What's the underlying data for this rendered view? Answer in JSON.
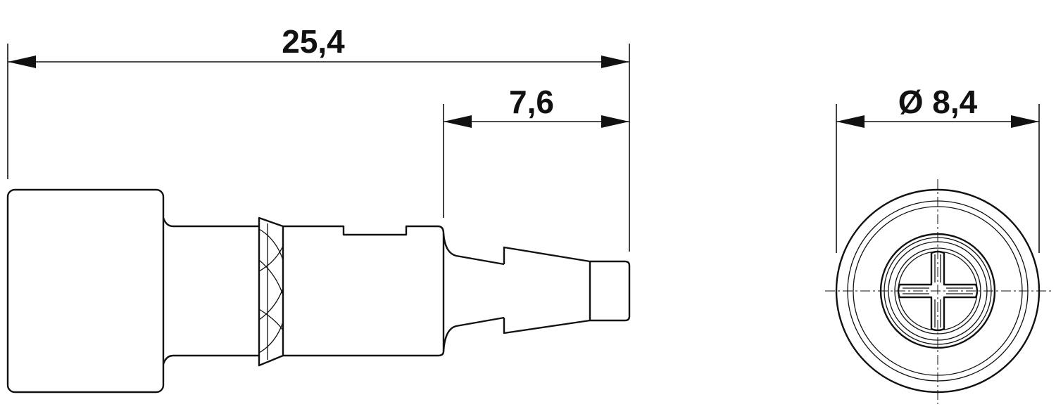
{
  "dimensions": {
    "overall_length": "25,4",
    "tip_length": "7,6",
    "diameter": "Ø 8,4"
  }
}
